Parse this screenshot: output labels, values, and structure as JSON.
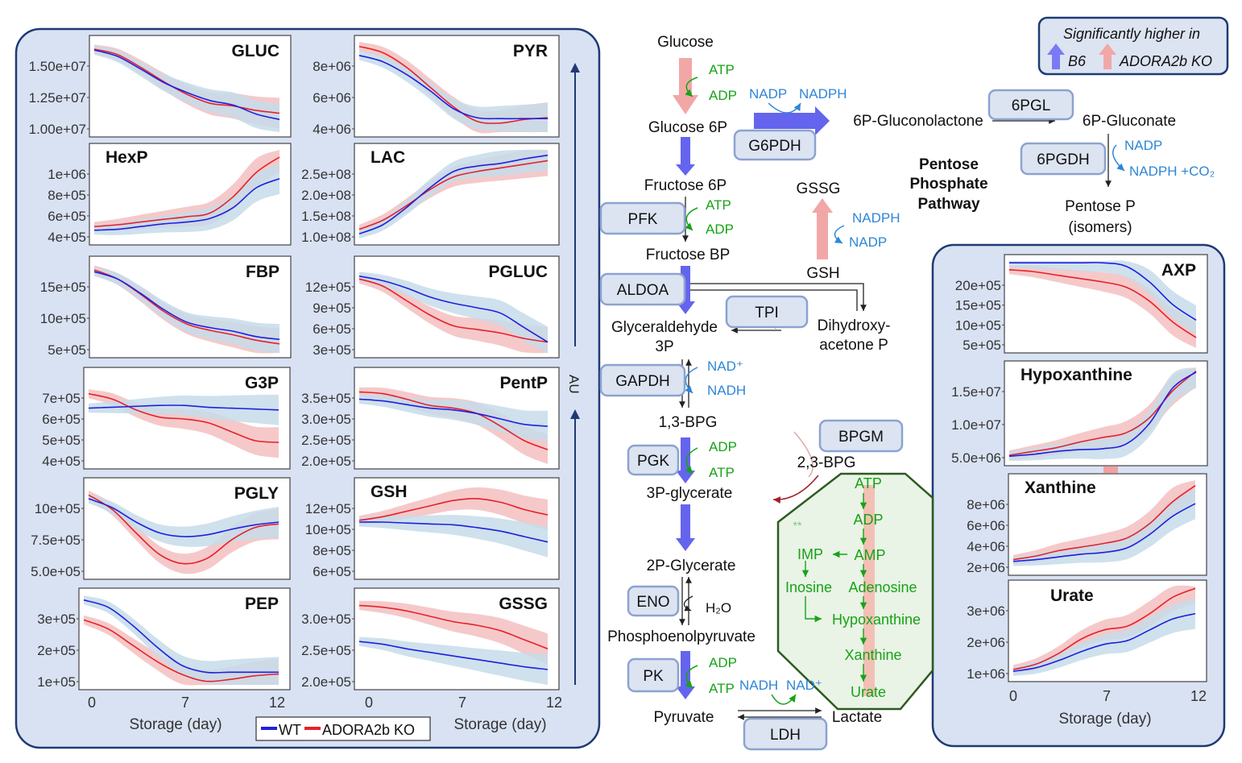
{
  "colors": {
    "wt": "#1f1fe0",
    "ko": "#e8202a",
    "panel_bg": "#d9e2f3",
    "panel_border": "#1f3a73",
    "green": "#16a316",
    "nadp_blue": "#2f86d6",
    "enzyme_box_fill": "#dce4f2",
    "enzyme_box_stroke": "#8da2d0"
  },
  "legend": {
    "title": "Significantly higher in",
    "b6": "B6",
    "ko": "ADORA2b KO"
  },
  "bottom_legend": {
    "wt": "WT",
    "ko": "ADORA2b KO"
  },
  "au_label": "AU",
  "storage_label": "Storage (day)",
  "x_ticks": [
    "0",
    "7",
    "12"
  ],
  "plots": [
    {
      "name": "GLUC",
      "yticks": [
        "1.50e+07",
        "1.25e+07",
        "1.00e+07"
      ],
      "ko": [
        0.92,
        0.86,
        0.72,
        0.56,
        0.42,
        0.32,
        0.29,
        0.24,
        0.21
      ],
      "wt": [
        0.91,
        0.84,
        0.7,
        0.55,
        0.44,
        0.35,
        0.3,
        0.2,
        0.14
      ]
    },
    {
      "name": "PYR",
      "yticks": [
        "8e+06",
        "6e+06",
        "4e+06"
      ],
      "ko": [
        0.95,
        0.88,
        0.72,
        0.5,
        0.28,
        0.12,
        0.1,
        0.14,
        0.16
      ],
      "wt": [
        0.85,
        0.78,
        0.64,
        0.46,
        0.26,
        0.16,
        0.15,
        0.15,
        0.15
      ]
    },
    {
      "name": "HexP",
      "yticks": [
        "1e+06",
        "8e+05",
        "6e+05",
        "4e+05"
      ],
      "ko": [
        0.15,
        0.17,
        0.2,
        0.23,
        0.26,
        0.3,
        0.48,
        0.75,
        0.92
      ],
      "wt": [
        0.11,
        0.12,
        0.15,
        0.18,
        0.2,
        0.24,
        0.36,
        0.58,
        0.68
      ]
    },
    {
      "name": "LAC",
      "yticks": [
        "2.5e+08",
        "2.0e+08",
        "1.5e+08",
        "1.0e+08"
      ],
      "ko": [
        0.12,
        0.22,
        0.38,
        0.56,
        0.7,
        0.76,
        0.8,
        0.84,
        0.88
      ],
      "wt": [
        0.07,
        0.17,
        0.36,
        0.58,
        0.76,
        0.82,
        0.85,
        0.9,
        0.94
      ]
    },
    {
      "name": "FBP",
      "yticks": [
        "15e+05",
        "10e+05",
        "5e+05"
      ],
      "ko": [
        0.92,
        0.82,
        0.65,
        0.46,
        0.32,
        0.25,
        0.2,
        0.14,
        0.1
      ],
      "wt": [
        0.9,
        0.82,
        0.66,
        0.48,
        0.34,
        0.28,
        0.24,
        0.18,
        0.15
      ]
    },
    {
      "name": "PGLUC",
      "yticks": [
        "12e+05",
        "9e+05",
        "6e+05",
        "3e+05"
      ],
      "ko": [
        0.82,
        0.74,
        0.58,
        0.42,
        0.3,
        0.26,
        0.22,
        0.16,
        0.12
      ],
      "wt": [
        0.85,
        0.8,
        0.72,
        0.62,
        0.55,
        0.5,
        0.44,
        0.28,
        0.12
      ]
    },
    {
      "name": "G3P",
      "yticks": [
        "7e+05",
        "6e+05",
        "5e+05",
        "4e+05"
      ],
      "ko": [
        0.78,
        0.72,
        0.6,
        0.52,
        0.5,
        0.46,
        0.36,
        0.26,
        0.24
      ],
      "wt": [
        0.62,
        0.63,
        0.64,
        0.65,
        0.65,
        0.63,
        0.62,
        0.61,
        0.6
      ]
    },
    {
      "name": "PentP",
      "yticks": [
        "3.5e+05",
        "3.0e+05",
        "2.5e+05",
        "2.0e+05"
      ],
      "ko": [
        0.8,
        0.78,
        0.72,
        0.65,
        0.62,
        0.56,
        0.42,
        0.26,
        0.16
      ],
      "wt": [
        0.72,
        0.7,
        0.66,
        0.62,
        0.6,
        0.56,
        0.5,
        0.44,
        0.42
      ]
    },
    {
      "name": "PGLY",
      "yticks": [
        "10e+05",
        "7.5e+05",
        "5.0e+05"
      ],
      "ko": [
        0.88,
        0.72,
        0.46,
        0.22,
        0.12,
        0.18,
        0.38,
        0.52,
        0.56
      ],
      "wt": [
        0.84,
        0.74,
        0.58,
        0.46,
        0.42,
        0.44,
        0.5,
        0.55,
        0.58
      ]
    },
    {
      "name": "GSH",
      "yticks": [
        "12e+05",
        "10e+05",
        "8e+05",
        "6e+05"
      ],
      "ko": [
        0.6,
        0.64,
        0.7,
        0.76,
        0.82,
        0.84,
        0.8,
        0.72,
        0.66
      ],
      "wt": [
        0.58,
        0.58,
        0.57,
        0.56,
        0.55,
        0.52,
        0.48,
        0.42,
        0.36
      ]
    },
    {
      "name": "PEP",
      "yticks": [
        "3e+05",
        "2e+05",
        "1e+05"
      ],
      "ko": [
        0.72,
        0.62,
        0.44,
        0.26,
        0.12,
        0.04,
        0.06,
        0.1,
        0.12
      ],
      "wt": [
        0.94,
        0.86,
        0.66,
        0.42,
        0.22,
        0.14,
        0.14,
        0.14,
        0.14
      ]
    },
    {
      "name": "GSSG",
      "yticks": [
        "3.0e+05",
        "2.5e+05",
        "2.0e+05"
      ],
      "ko": [
        0.88,
        0.86,
        0.82,
        0.76,
        0.7,
        0.66,
        0.6,
        0.5,
        0.4
      ],
      "wt": [
        0.48,
        0.45,
        0.4,
        0.36,
        0.32,
        0.28,
        0.24,
        0.2,
        0.17
      ]
    },
    {
      "name": "AXP",
      "yticks": [
        "20e+05",
        "15e+05",
        "10e+05",
        "5e+05"
      ],
      "ko": [
        0.9,
        0.88,
        0.84,
        0.8,
        0.76,
        0.7,
        0.54,
        0.3,
        0.12
      ],
      "wt": [
        0.98,
        0.98,
        0.98,
        0.98,
        0.98,
        0.94,
        0.76,
        0.5,
        0.32
      ]
    },
    {
      "name": "Hypoxanthine",
      "yticks": [
        "1.5e+07",
        "1.0e+07",
        "5.0e+06"
      ],
      "ko": [
        0.06,
        0.1,
        0.14,
        0.2,
        0.25,
        0.3,
        0.46,
        0.75,
        0.96
      ],
      "wt": [
        0.05,
        0.07,
        0.1,
        0.12,
        0.13,
        0.18,
        0.4,
        0.78,
        0.95
      ]
    },
    {
      "name": "Xanthine",
      "yticks": [
        "8e+06",
        "6e+06",
        "4e+06",
        "2e+06"
      ],
      "ko": [
        0.12,
        0.16,
        0.22,
        0.26,
        0.3,
        0.36,
        0.52,
        0.76,
        0.94
      ],
      "wt": [
        0.1,
        0.12,
        0.15,
        0.18,
        0.2,
        0.25,
        0.4,
        0.6,
        0.74
      ]
    },
    {
      "name": "Urate",
      "yticks": [
        "3e+06",
        "2e+06",
        "1e+06"
      ],
      "ko": [
        0.08,
        0.14,
        0.26,
        0.42,
        0.52,
        0.56,
        0.7,
        0.88,
        0.98
      ],
      "wt": [
        0.06,
        0.1,
        0.18,
        0.28,
        0.36,
        0.4,
        0.52,
        0.64,
        0.7
      ]
    }
  ],
  "pathway": {
    "metabolites": {
      "glucose": "Glucose",
      "glucose6p": "Glucose 6P",
      "fructose6p": "Fructose 6P",
      "fructosebp": "Fructose BP",
      "glyceraldehyde": "Glyceraldehyde",
      "g3p_3p": "3P",
      "dihydroxy": "Dihydroxy-",
      "acetone_p": "acetone P",
      "bpg13": "1,3-BPG",
      "pglycerate3": "3P-glycerate",
      "pglycerate2": "2P-Glycerate",
      "pep": "Phosphoenolpyruvate",
      "pyruvate": "Pyruvate",
      "lactate": "Lactate",
      "gssg": "GSSG",
      "gsh": "GSH",
      "bpg23": "2,3-BPG",
      "gluconolactone": "6P-Gluconolactone",
      "gluconate": "6P-Gluconate",
      "pentose": "Pentose P",
      "isomers": "(isomers)",
      "ppp1": "Pentose",
      "ppp2": "Phosphate",
      "ppp3": "Pathway"
    },
    "enzymes": [
      "G6PDH",
      "PFK",
      "ALDOA",
      "TPI",
      "GAPDH",
      "PGK",
      "ENO",
      "PK",
      "LDH",
      "BPGM",
      "6PGL",
      "6PGDH"
    ],
    "cofactors": {
      "atp": "ATP",
      "adp": "ADP",
      "nadp": "NADP",
      "nadph": "NADPH",
      "nad": "NAD⁺",
      "nadh": "NADH",
      "h2o": "H₂O",
      "nadph_co2": "NADPH +CO₂"
    },
    "purine": {
      "atp": "ATP",
      "adp": "ADP",
      "amp": "AMP",
      "imp": "IMP",
      "inosine": "Inosine",
      "adenosine": "Adenosine",
      "hypoxanthine": "Hypoxanthine",
      "xanthine": "Xanthine",
      "urate": "Urate",
      "stars": "**"
    }
  }
}
